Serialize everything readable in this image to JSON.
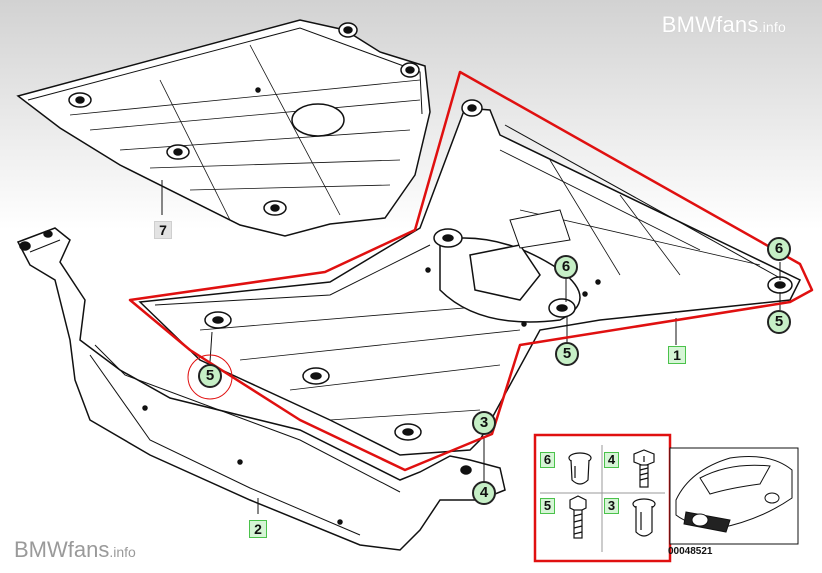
{
  "watermark": {
    "top_main": "BMWfans",
    "top_suffix": ".info",
    "bottom_main": "BMWfans",
    "bottom_suffix": ".info"
  },
  "labels": {
    "part1": "1",
    "part2": "2",
    "part7": "7",
    "c6_center": "6",
    "c5_center": "5",
    "c6_right": "6",
    "c5_right": "5",
    "c5_left": "5",
    "c3": "3",
    "c4": "4"
  },
  "hardware": {
    "h6": "6",
    "h4": "4",
    "h5": "5",
    "h3": "3"
  },
  "part_code": "00048521",
  "colors": {
    "highlight": "#e01010",
    "label_green": "#d6f5d6",
    "label_gray": "#e3e3e3"
  }
}
